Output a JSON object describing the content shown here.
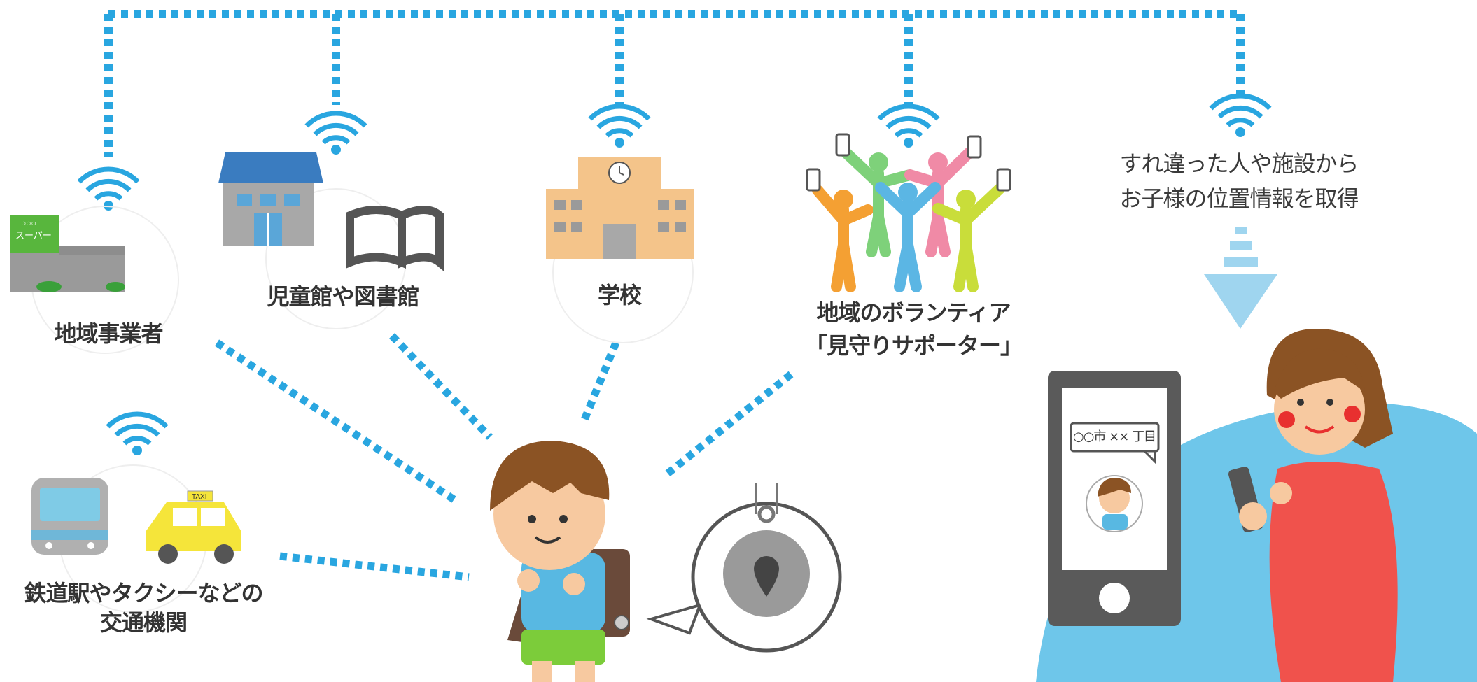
{
  "colors": {
    "signal_blue": "#29a6e0",
    "building_blue": "#4a8ec9",
    "school_orange": "#f4c48a",
    "ground_blue": "#6ec6ea",
    "phone_gray": "#5a5a5a",
    "cheek_red": "#e8302f",
    "dress_red": "#f0524c",
    "shirt_blue": "#58b8e2",
    "shorts_green": "#7ccc3a",
    "hair_brown": "#8b5324",
    "volunteer_orange": "#f4a033",
    "volunteer_green": "#7ed17a",
    "volunteer_pink": "#f08aa6",
    "volunteer_blue": "#5bb6e4",
    "volunteer_yellow": "#c9dd3a"
  },
  "nodes": {
    "business": {
      "label": "地域事業者",
      "store_sign": "○○○\nスーパー",
      "icon": "supermarket-icon"
    },
    "library": {
      "label": "児童館や図書館",
      "icon": "library-icon"
    },
    "school": {
      "label": "学校",
      "icon": "school-icon"
    },
    "volunteer": {
      "label_line1": "地域のボランティア",
      "label_line2": "「見守りサポーター」",
      "icon": "volunteers-icon"
    },
    "transport": {
      "label_line1": "鉄道駅やタクシーなどの",
      "label_line2": "交通機関",
      "taxi_sign": "TAXI",
      "icon": "transport-icon"
    }
  },
  "parent": {
    "caption_line1": "すれ違った人や施設から",
    "caption_line2": "お子様の位置情報を取得",
    "phone_bubble": "○○市 ×× 丁目",
    "icon": "smartphone-icon"
  },
  "child": {
    "icon": "child-with-beacon-icon",
    "tag_icon": "beacon-tag-icon"
  }
}
